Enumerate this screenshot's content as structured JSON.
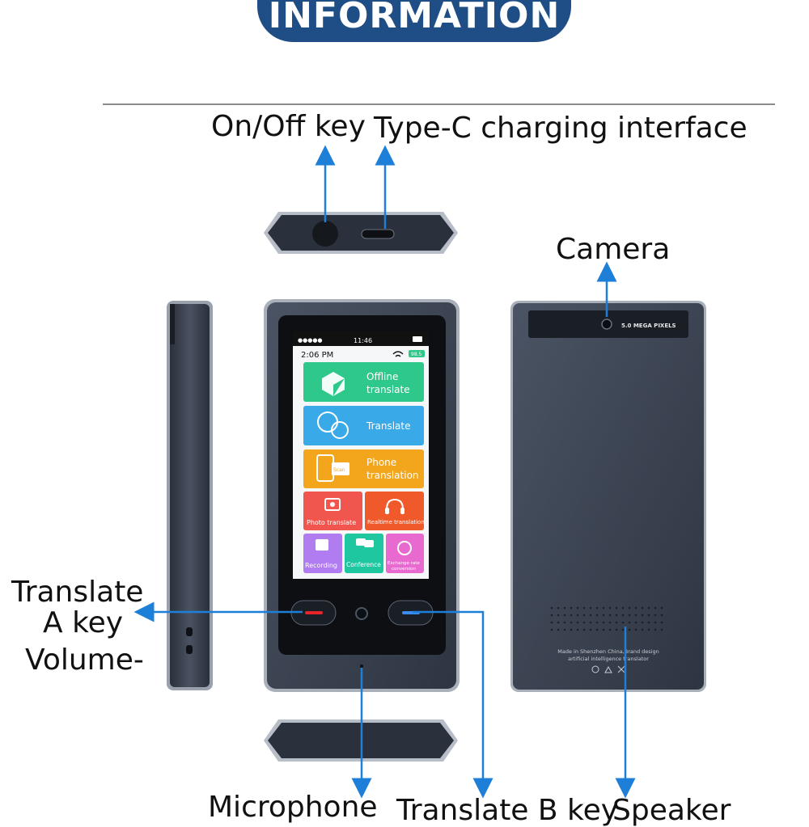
{
  "banner": {
    "title": "INFORMATION"
  },
  "labels": {
    "onoff": "On/Off key",
    "typec": "Type-C charging interface",
    "camera": "Camera",
    "translate_a_line1": "Translate",
    "translate_a_line2": "A key",
    "volume": "Volume-",
    "microphone": "Microphone",
    "translate_b": "Translate B key",
    "speaker": "Speaker"
  },
  "device": {
    "status_time": "11:46",
    "app_time": "2:06 PM",
    "battery": "98.5",
    "camera_text": "5.0 MEGA PIXELS",
    "back_line1": "Made in Shenzhen China,Brand design",
    "back_line2": "artificial intelligence translator",
    "tiles": {
      "offline_1": "Offline",
      "offline_2": "translate",
      "translate": "Translate",
      "phone_1": "Phone",
      "phone_2": "translation",
      "scan": "Scan",
      "photo": "Photo translate",
      "realtime": "Realtime translation",
      "recording": "Recording",
      "conference": "Conference",
      "exchange_1": "Exchange rate",
      "exchange_2": "conversion"
    }
  },
  "colors": {
    "banner": "#1f4e86",
    "arrow": "#1e7fd8",
    "device_body": "#3c4452",
    "tile_green": "#2ec98a",
    "tile_blue": "#3aa9e8",
    "tile_orange": "#f3a61b",
    "tile_red": "#f0564e",
    "tile_red_orange": "#f05a2a",
    "tile_purple": "#b07cf0",
    "tile_teal": "#1ec7a0",
    "tile_pink": "#e86ad0"
  }
}
